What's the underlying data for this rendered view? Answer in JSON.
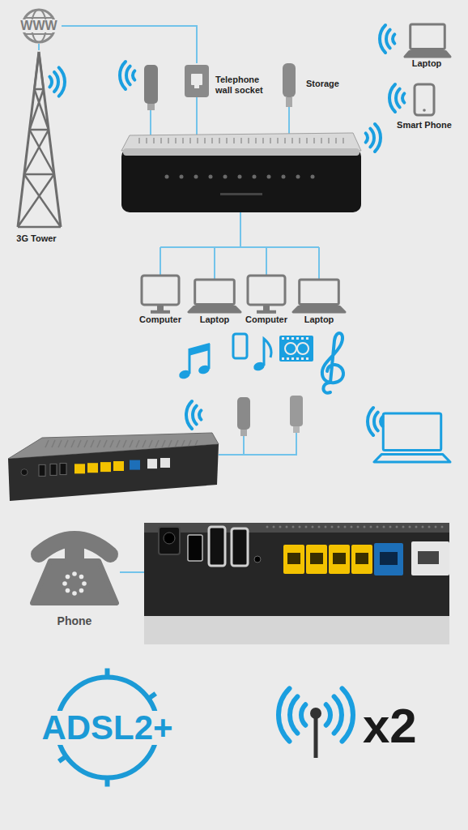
{
  "diagram": {
    "nodes": [
      {
        "text": [
          "WWW"
        ]
      },
      {
        "text": [
          "Telephone wall socket"
        ]
      },
      {
        "text": [
          "Storage"
        ]
      },
      {
        "text": [
          "Laptop"
        ]
      },
      {
        "text": [
          "Smart Phone"
        ]
      },
      {
        "text": [
          "3G Tower"
        ]
      },
      {
        "text": [
          "Computer"
        ]
      },
      {
        "text": [
          "Laptop"
        ]
      },
      {
        "text": [
          "Computer"
        ]
      },
      {
        "text": [
          "Laptop"
        ]
      },
      {
        "text": [
          "Phone"
        ]
      },
      {
        "text": [
          "ADSL2+"
        ]
      }
    ],
    "edges": [
      {
        "from": 0,
        "to": 1,
        "arrow": "none"
      },
      {
        "from": 0,
        "to": 5,
        "arrow": "none"
      }
    ],
    "labels": [
      "x2"
    ]
  }
}
